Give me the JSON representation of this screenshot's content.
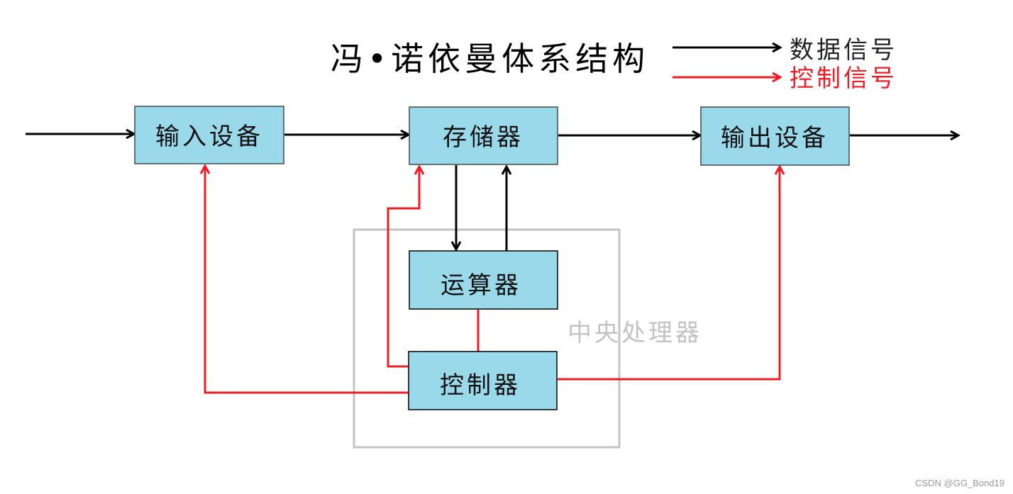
{
  "title": "冯•诺依曼体系结构",
  "legend": {
    "data_signal": {
      "label": "数据信号",
      "color": "#000000"
    },
    "control_signal": {
      "label": "控制信号",
      "color": "#ee1c25"
    }
  },
  "colors": {
    "box_fill": "#99d9ea",
    "box_stroke": "#3f4b4f",
    "data_line": "#000000",
    "control_line": "#ee1c25",
    "cpu_frame": "#c3c3c3",
    "cpu_label": "#c3c3c3"
  },
  "nodes": {
    "input": {
      "label": "输入设备"
    },
    "memory": {
      "label": "存储器"
    },
    "output": {
      "label": "输出设备"
    },
    "alu": {
      "label": "运算器"
    },
    "controller": {
      "label": "控制器"
    }
  },
  "cpu_group": {
    "label": "中央处理器",
    "contains": [
      "alu",
      "controller"
    ]
  },
  "edges": [
    {
      "from": "external",
      "to": "input",
      "type": "data"
    },
    {
      "from": "input",
      "to": "memory",
      "type": "data"
    },
    {
      "from": "memory",
      "to": "output",
      "type": "data"
    },
    {
      "from": "output",
      "to": "external",
      "type": "data"
    },
    {
      "from": "memory",
      "to": "alu",
      "type": "data"
    },
    {
      "from": "alu",
      "to": "memory",
      "type": "data"
    },
    {
      "from": "controller",
      "to": "input",
      "type": "control"
    },
    {
      "from": "controller",
      "to": "memory",
      "type": "control"
    },
    {
      "from": "controller",
      "to": "output",
      "type": "control"
    },
    {
      "from": "controller",
      "to": "alu",
      "type": "control"
    }
  ],
  "watermark": "CSDN @GG_Bond19"
}
